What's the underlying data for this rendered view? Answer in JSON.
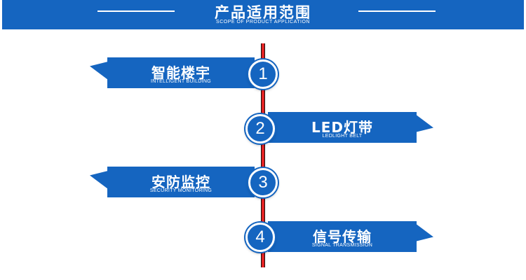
{
  "header": {
    "title": "产品适用范围",
    "subtitle": "SCOPE OF PRODUCT APPLICATION"
  },
  "items": [
    {
      "number": "1",
      "title": "智能楼宇",
      "subtitle": "INTELLIGENT BUILDING"
    },
    {
      "number": "2",
      "title": "LED灯带",
      "subtitle": "LEDLIGHT BELT"
    },
    {
      "number": "3",
      "title": "安防监控",
      "subtitle": "SECURITY MONITORING"
    },
    {
      "number": "4",
      "title": "信号传输",
      "subtitle": "SIGNAL TRANSMISSION"
    }
  ],
  "colors": {
    "primary_blue": "#1565c0",
    "timeline_red": "#e32323"
  }
}
